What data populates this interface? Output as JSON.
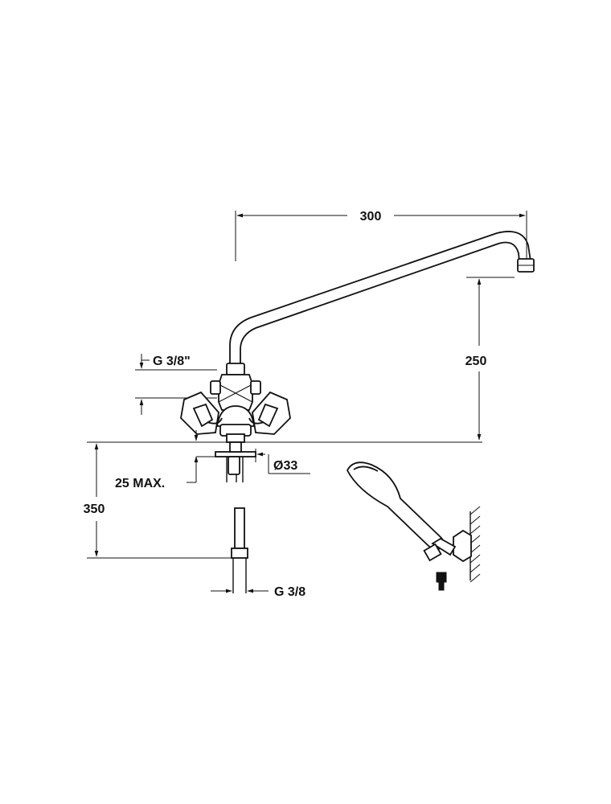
{
  "dimensions": {
    "spout_reach": "300",
    "spout_height": "250",
    "inlet_thread": "G 3/8\"",
    "deck_thickness": "25 MAX.",
    "hole_diameter": "Ø33",
    "shank_length": "350",
    "shank_thread": "G 3/8"
  },
  "colors": {
    "ink": "#111111",
    "background": "#ffffff"
  }
}
